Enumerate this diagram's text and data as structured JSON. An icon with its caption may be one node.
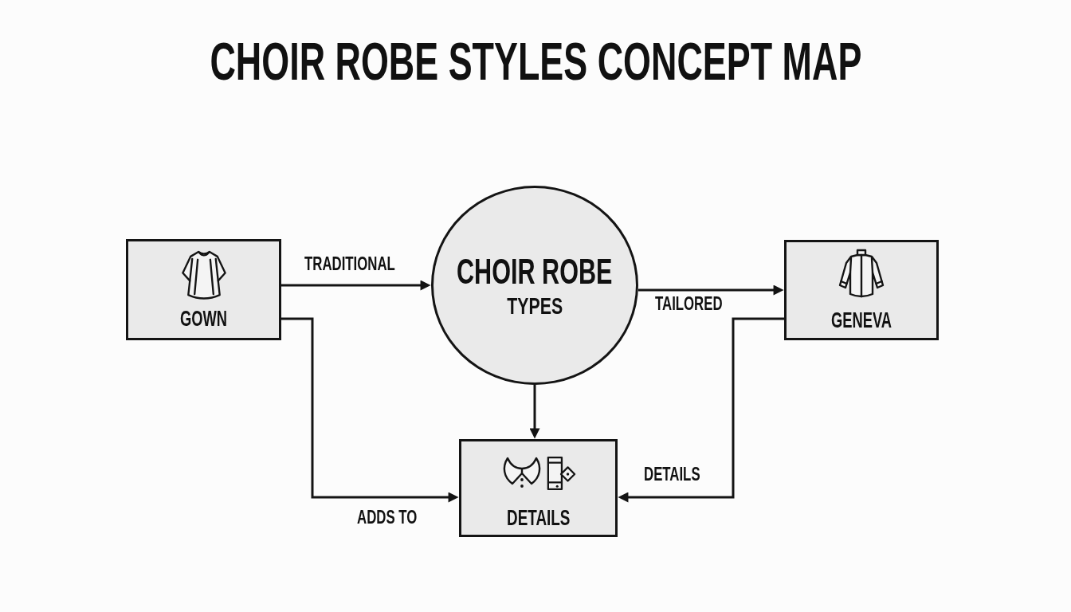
{
  "diagram": {
    "title": "CHOIR ROBE STYLES CONCEPT MAP",
    "nodes": [
      {
        "text": [
          "GOWN"
        ]
      },
      {
        "text": [
          "CHOIR ROBE",
          "TYPES"
        ]
      },
      {
        "text": [
          "GENEVA"
        ]
      },
      {
        "text": [
          "DETAILS"
        ]
      }
    ],
    "edges": [
      {
        "from": 0,
        "to": 1,
        "arrow": "to",
        "label": "TRADITIONAL"
      },
      {
        "from": 1,
        "to": 2,
        "arrow": "to",
        "label": "TAILORED"
      },
      {
        "from": 1,
        "to": 3,
        "arrow": "to"
      },
      {
        "from": 0,
        "to": 3,
        "arrow": "to",
        "label": "ADDS TO"
      },
      {
        "from": 2,
        "to": 3,
        "arrow": "to",
        "label": "DETAILS"
      }
    ]
  }
}
